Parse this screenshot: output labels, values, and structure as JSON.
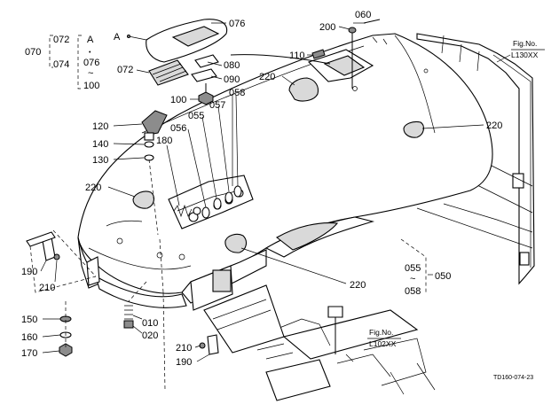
{
  "diagram": {
    "code": "TD160-074-23",
    "view_marker": "A",
    "fig_refs": [
      {
        "line1": "Fig.No.",
        "line2": "L130XX"
      },
      {
        "line1": "Fig.No.",
        "line2": "L102XX"
      }
    ],
    "kit_group": {
      "outer": "070",
      "top": "072",
      "bottom": "074",
      "inner_a": "A",
      "inner_top": "076",
      "inner_tilde": "~",
      "inner_bottom": "100"
    },
    "range_group": {
      "from": "055",
      "tilde": "~",
      "to": "058",
      "group": "050"
    },
    "callouts": [
      "076",
      "072",
      "080",
      "090",
      "100",
      "200",
      "060",
      "110",
      "220",
      "220",
      "220",
      "220",
      "058",
      "057",
      "055",
      "056",
      "180",
      "120",
      "140",
      "130",
      "190",
      "210",
      "150",
      "160",
      "170",
      "010",
      "020",
      "210",
      "190"
    ]
  }
}
